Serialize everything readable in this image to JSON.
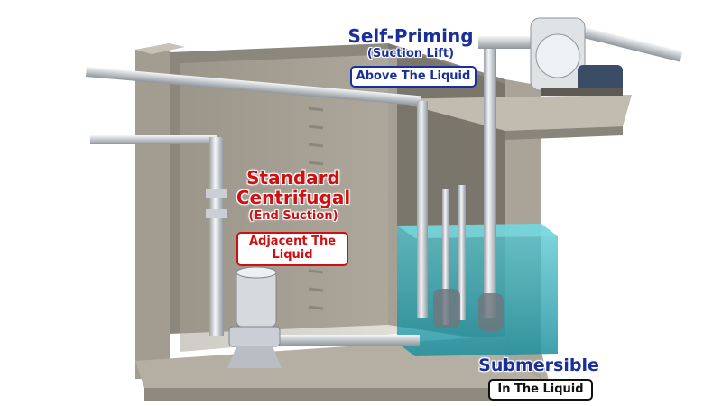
{
  "labels": {
    "self_priming": {
      "title": "Self-Priming",
      "subtitle": "(Suction Lift)",
      "location": "Above The Liquid"
    },
    "standard_centrifugal": {
      "title_line1": "Standard",
      "title_line2": "Centrifugal",
      "subtitle": "(End Suction)",
      "location_line1": "Adjacent The",
      "location_line2": "Liquid"
    },
    "submersible": {
      "title": "Submersible",
      "location": "In The Liquid"
    }
  },
  "colors": {
    "self_priming": "#1a2f9a",
    "standard_centrifugal": "#d01010",
    "submersible": "#1a2f9a",
    "in_liquid_box": "#111111",
    "concrete": "#b8b2a6",
    "water": "#3fb7c2",
    "pipe": "#e4e8ec"
  },
  "icons": [
    "self-priming-pump-icon",
    "centrifugal-pump-icon",
    "submersible-pump-icon"
  ]
}
